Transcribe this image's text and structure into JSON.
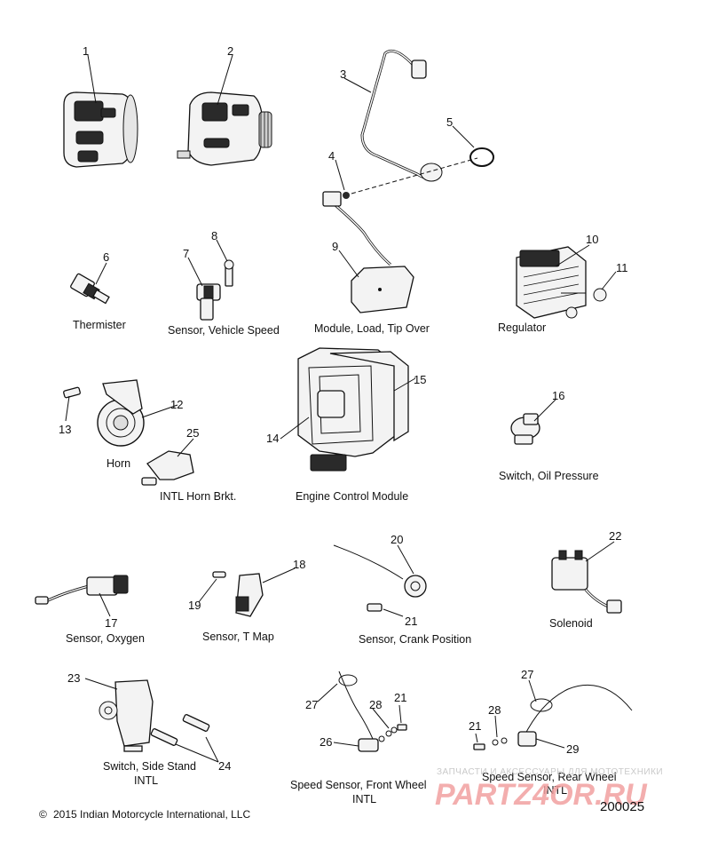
{
  "callouts": [
    "1",
    "2",
    "3",
    "4",
    "5",
    "6",
    "7",
    "8",
    "9",
    "10",
    "11",
    "12",
    "13",
    "14",
    "15",
    "16",
    "17",
    "18",
    "19",
    "20",
    "21",
    "22",
    "23",
    "24",
    "25",
    "26",
    "27",
    "28",
    "21",
    "27",
    "28",
    "21",
    "29"
  ],
  "labels": {
    "thermister": "Thermister",
    "vehicle_speed": "Sensor, Vehicle Speed",
    "tip_over": "Module, Load, Tip Over",
    "regulator": "Regulator",
    "horn": "Horn",
    "horn_brkt": "INTL Horn Brkt.",
    "ecm": "Engine Control Module",
    "oil_pressure": "Switch, Oil Pressure",
    "oxygen": "Sensor, Oxygen",
    "tmap": "Sensor, T Map",
    "crank": "Sensor, Crank Position",
    "solenoid": "Solenoid",
    "side_stand": "Switch, Side Stand",
    "side_stand_intl": "INTL",
    "front_wheel": "Speed Sensor, Front Wheel",
    "front_wheel_intl": "INTL",
    "rear_wheel": "Speed Sensor, Rear Wheel",
    "rear_wheel_intl": "INTL"
  },
  "footer": {
    "copyright_symbol": "©",
    "copyright": "2015 Indian Motorcycle International, LLC",
    "drawing_number": "200025"
  },
  "watermark": {
    "tagline": "ЗАПЧАСТИ И АКСЕССУАРЫ ДЛЯ МОТОТЕХНИКИ",
    "brand": "PARTZ4OR.RU",
    "color": "#f2a0a0"
  }
}
